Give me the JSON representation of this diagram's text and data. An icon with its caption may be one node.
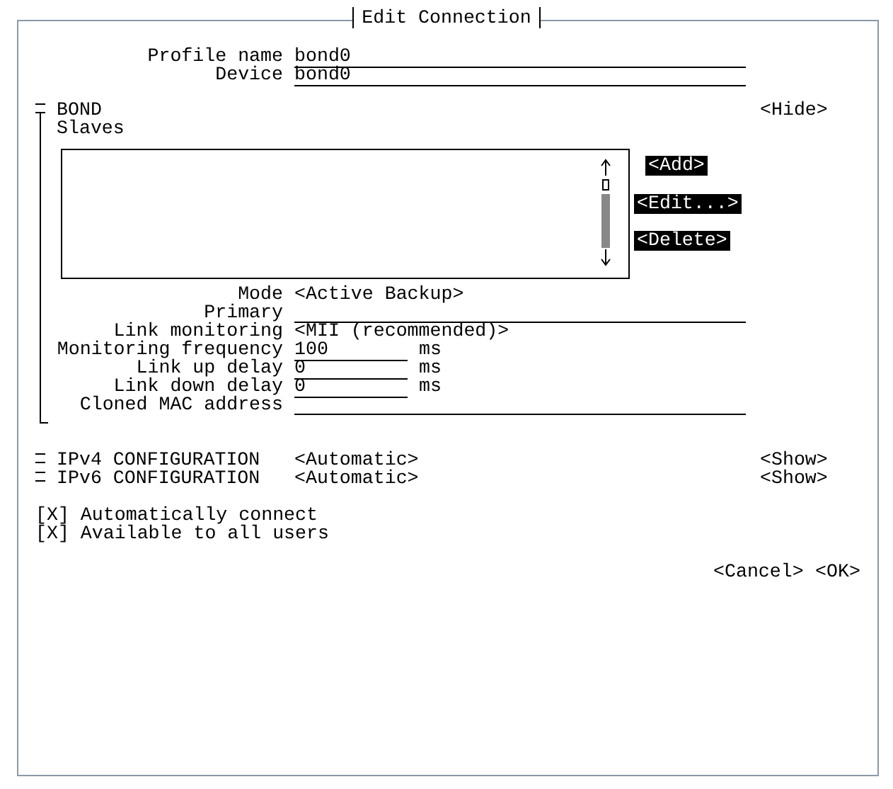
{
  "diagram": {
    "title": "Edit Connection",
    "labels": [
      "Profile name",
      "bond0",
      "Device",
      "bond0",
      "BOND",
      "<Hide>",
      "Slaves",
      "<Add>",
      "<Edit...>",
      "<Delete>",
      "Mode",
      "<Active Backup>",
      "Primary",
      "Link monitoring",
      "<MII (recommended)>",
      "Monitoring frequency",
      "100",
      "ms",
      "Link up delay",
      "0",
      "ms",
      "Link down delay",
      "0",
      "ms",
      "Cloned MAC address",
      "IPv4 CONFIGURATION",
      "<Automatic>",
      "<Show>",
      "IPv6 CONFIGURATION",
      "<Automatic>",
      "<Show>",
      "[X] Automatically connect",
      "[X] Available to all users",
      "<Cancel>",
      "<OK>"
    ]
  }
}
